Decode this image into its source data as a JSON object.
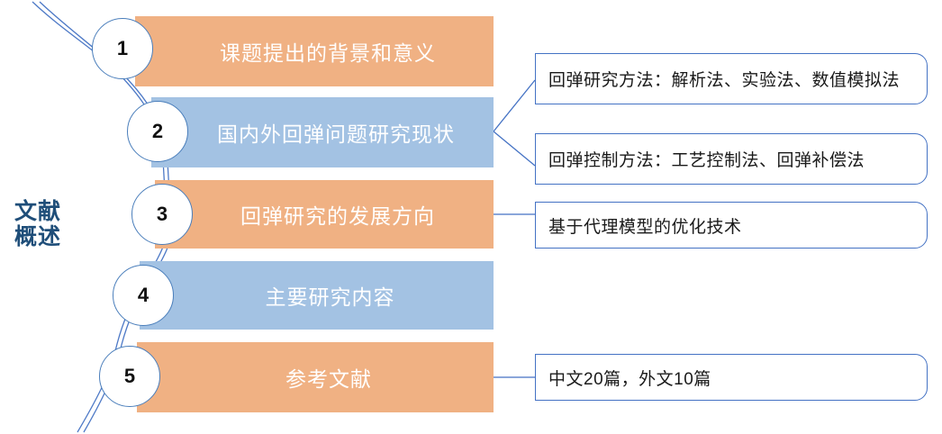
{
  "colors": {
    "bar_orange": "#F0B183",
    "bar_blue": "#A3C2E3",
    "circle_stroke": "#4A7EBB",
    "box_stroke": "#4472C4",
    "curve_stroke": "#4472C4",
    "title_text": "#1F4E79",
    "bar_text": "#FFFFFF",
    "box_text": "#1A1A1A"
  },
  "overview": {
    "title_line1": "文献",
    "title_line2": "概述"
  },
  "stages": [
    {
      "number": "1",
      "label": "课题提出的背景和意义",
      "color": "#F0B183"
    },
    {
      "number": "2",
      "label": "国内外回弹问题研究现状",
      "color": "#A3C2E3"
    },
    {
      "number": "3",
      "label": "回弹研究的发展方向",
      "color": "#F0B183"
    },
    {
      "number": "4",
      "label": "主要研究内容",
      "color": "#A3C2E3"
    },
    {
      "number": "5",
      "label": "参考文献",
      "color": "#F0B183"
    }
  ],
  "details": [
    {
      "text": "回弹研究方法：解析法、实验法、数值模拟法",
      "from_stage": "2"
    },
    {
      "text": "回弹控制方法：工艺控制法、回弹补偿法",
      "from_stage": "2"
    },
    {
      "text": "基于代理模型的优化技术",
      "from_stage": "3"
    },
    {
      "text": "中文20篇，外文10篇",
      "from_stage": "5"
    }
  ]
}
